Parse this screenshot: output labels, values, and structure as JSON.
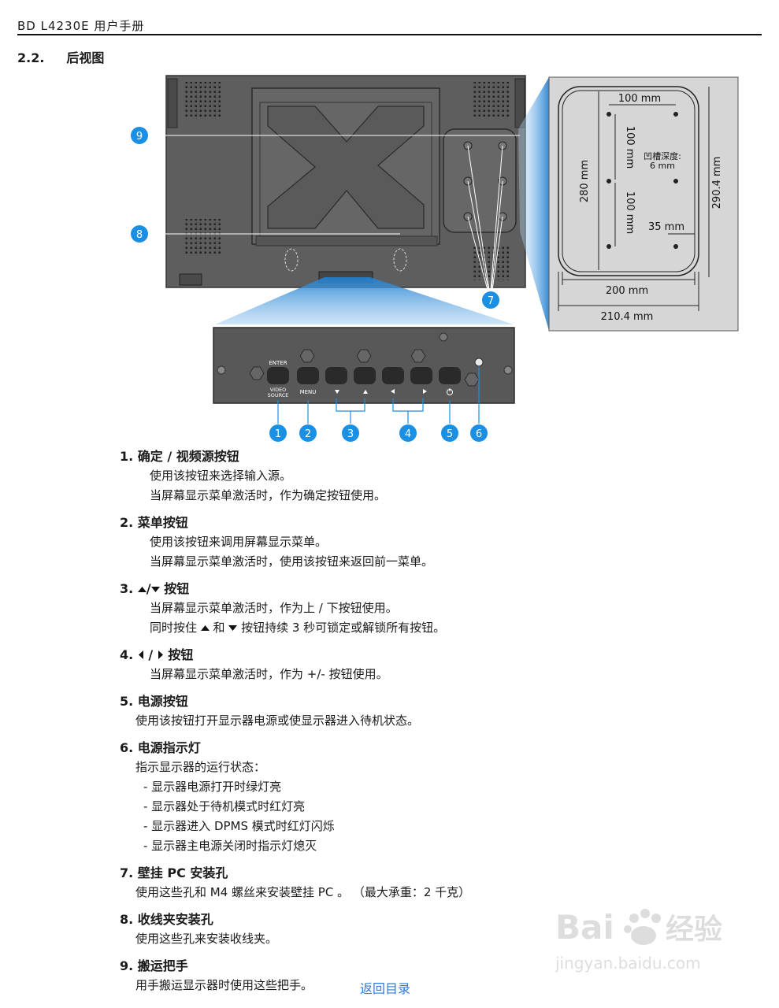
{
  "header": {
    "title": "BD L4230E 用户手册"
  },
  "section": {
    "number": "2.2.",
    "title": "后视图"
  },
  "figure": {
    "callouts": [
      "9",
      "8",
      "7",
      "1",
      "2",
      "3",
      "4",
      "5",
      "6"
    ],
    "panel_labels": {
      "enter": "ENTER",
      "video_source_1": "VIDEO",
      "video_source_2": "SOURCE",
      "menu": "MENU"
    },
    "vesa": {
      "top_100": "100 mm",
      "vert_100_a": "100 mm",
      "groove_1": "凹槽深度:",
      "groove_2": "6 mm",
      "left_280": "280 mm",
      "vert_100_b": "100 mm",
      "side_35": "35 mm",
      "right_290": "290.4 mm",
      "bottom_200": "200 mm",
      "bottom_210": "210.4 mm"
    }
  },
  "items": [
    {
      "title": "1. 确定 / 视频源按钮",
      "lines": [
        "使用该按钮来选择输入源。",
        "当屏幕显示菜单激活时，作为确定按钮使用。"
      ]
    },
    {
      "title": "2. 菜单按钮",
      "lines": [
        "使用该按钮来调用屏幕显示菜单。",
        "当屏幕显示菜单激活时，使用该按钮来返回前一菜单。"
      ]
    },
    {
      "title_prefix": "3. ",
      "title_mid": "/",
      "title_suffix": " 按钮",
      "lines": [
        "当屏幕显示菜单激活时，作为上 / 下按钮使用。"
      ],
      "line2_a": "同时按住 ",
      "line2_b": " 和 ",
      "line2_c": " 按钮持续 3 秒可锁定或解锁所有按钮。"
    },
    {
      "title_prefix": "4. ",
      "title_mid": " / ",
      "title_suffix": " 按钮",
      "lines": [
        "当屏幕显示菜单激活时，作为 +/- 按钮使用。"
      ]
    },
    {
      "title": "5. 电源按钮",
      "lines": [
        "使用该按钮打开显示器电源或使显示器进入待机状态。"
      ]
    },
    {
      "title": "6. 电源指示灯",
      "lines": [
        "指示显示器的运行状态："
      ],
      "bullets": [
        "- 显示器电源打开时绿灯亮",
        "- 显示器处于待机模式时红灯亮",
        "- 显示器进入 DPMS 模式时红灯闪烁",
        "- 显示器主电源关闭时指示灯熄灭"
      ]
    },
    {
      "title": "7. 壁挂 PC 安装孔",
      "lines": [
        "使用这些孔和 M4 螺丝来安装壁挂 PC 。 （最大承重：2 千克）"
      ]
    },
    {
      "title": "8. 收线夹安装孔",
      "lines": [
        "使用这些孔来安装收线夹。"
      ]
    },
    {
      "title": "9. 搬运把手",
      "lines": [
        "用手搬运显示器时使用这些把手。"
      ]
    }
  ],
  "footer": {
    "back_link": "返回目录"
  },
  "watermark": {
    "brand_a": "Bai",
    "brand_b": "经验",
    "url": "jingyan.baidu.com"
  },
  "colors": {
    "callout": "#1a8fe3",
    "link": "#2f7bd6",
    "panel": "#5a5a5a",
    "vesa_bg": "#d6d6d6"
  }
}
